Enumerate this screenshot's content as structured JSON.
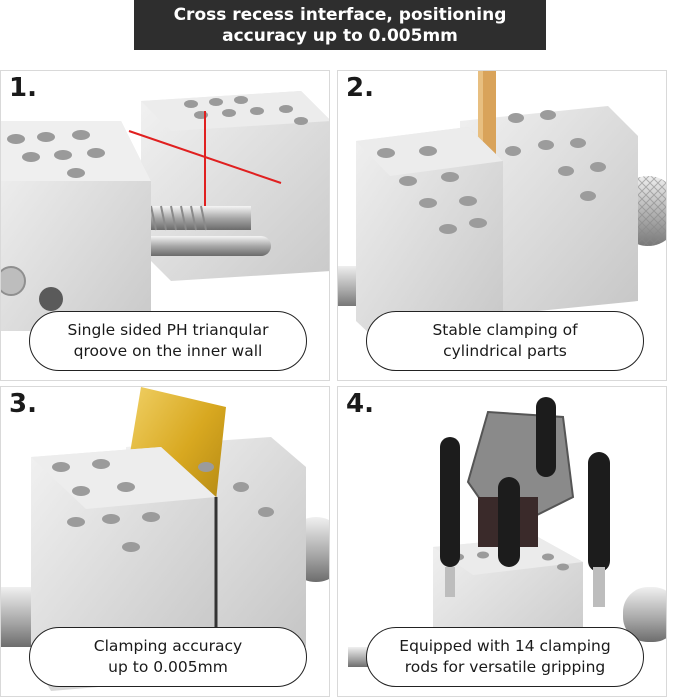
{
  "header": {
    "line1": "Cross recess interface, positioning",
    "line2": "accuracy up to 0.005mm"
  },
  "panels": [
    {
      "number": "1.",
      "caption_line1": "Single sided PH trianqular",
      "caption_line2": "qroove on the inner wall"
    },
    {
      "number": "2.",
      "caption_line1": "Stable clamping of",
      "caption_line2": "cylindrical parts"
    },
    {
      "number": "3.",
      "caption_line1": "Clamping accuracy",
      "caption_line2": "up to 0.005mm"
    },
    {
      "number": "4.",
      "caption_line1": "Equipped with 14 clamping",
      "caption_line2": "rods for versatile gripping"
    }
  ],
  "colors": {
    "banner_bg": "#2e2e2e",
    "aluminum": "#dcdcdc",
    "laser": "#e02020",
    "brass_shim": "#d8a820",
    "wood_rod": "#d9a35a",
    "rod_black": "#1c1c1c"
  }
}
